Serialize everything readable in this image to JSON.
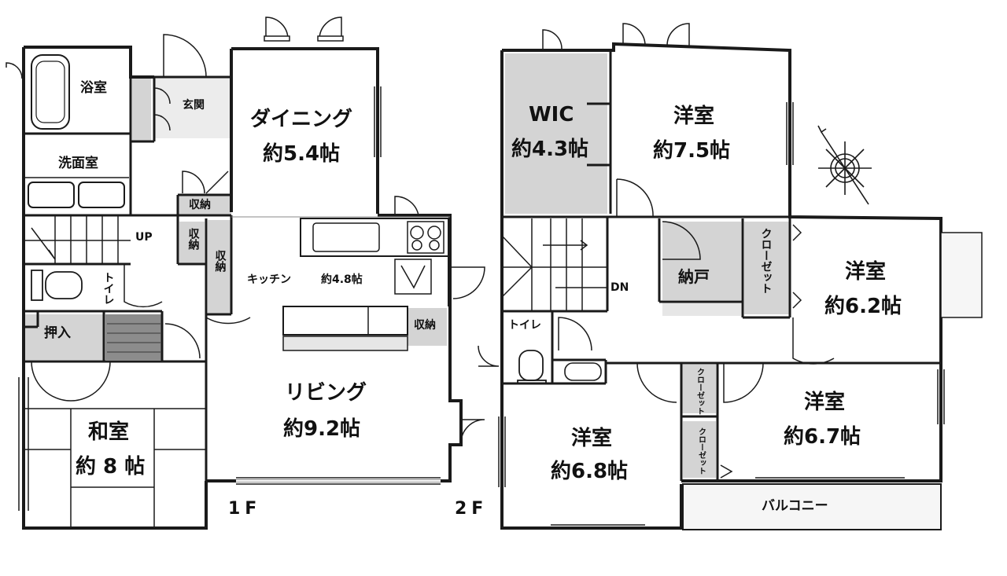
{
  "floor1": {
    "label": "1F",
    "rooms": {
      "bath": "浴室",
      "entrance": "玄関",
      "dining": {
        "name": "ダイニング",
        "size": "約5.4帖"
      },
      "washroom": "洗面室",
      "storage_a": "収納",
      "storage_b": "収納",
      "storage_c": "収納",
      "up": "UP",
      "toilet": "トイレ",
      "kitchen": {
        "name": "キッチン",
        "size": "約4.8帖"
      },
      "kitchen_storage": "収納",
      "oshiire": "押入",
      "living": {
        "name": "リビング",
        "size": "約9.2帖"
      },
      "washitsu": {
        "name": "和室",
        "size": "約 8 帖"
      }
    }
  },
  "floor2": {
    "label": "2F",
    "rooms": {
      "wic": {
        "name": "WIC",
        "size": "約4.3帖"
      },
      "bedroom_north": {
        "name": "洋室",
        "size": "約7.5帖"
      },
      "closet_a": "クローゼット",
      "bedroom_east": {
        "name": "洋室",
        "size": "約6.2帖"
      },
      "nando": "納戸",
      "dn": "DN",
      "toilet": "トイレ",
      "closet_b": "クローゼット",
      "closet_c": "クローゼット",
      "bedroom_southwest": {
        "name": "洋室",
        "size": "約6.8帖"
      },
      "bedroom_southeast": {
        "name": "洋室",
        "size": "約6.7帖"
      },
      "balcony": "バルコニー"
    }
  },
  "colors": {
    "wall": "#1a1a1a",
    "storage_fill": "#d4d4d4",
    "stair_fill": "#8c8c8c"
  },
  "icons": [
    "compass-icon",
    "door-swing-icon",
    "bathtub-icon",
    "toilet-icon",
    "sink-icon",
    "stove-icon"
  ]
}
